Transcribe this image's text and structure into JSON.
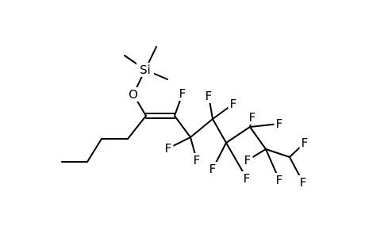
{
  "colors": {
    "bond": "#000000",
    "label": "#000000",
    "background": "#ffffff"
  },
  "atoms": [
    {
      "id": "si",
      "label": "Si"
    },
    {
      "id": "o",
      "label": "O"
    },
    {
      "id": "f1",
      "label": "F"
    },
    {
      "id": "f2",
      "label": "F"
    },
    {
      "id": "f3",
      "label": "F"
    },
    {
      "id": "f4",
      "label": "F"
    },
    {
      "id": "f5",
      "label": "F"
    },
    {
      "id": "f6",
      "label": "F"
    },
    {
      "id": "f7",
      "label": "F"
    },
    {
      "id": "f8",
      "label": "F"
    },
    {
      "id": "f9",
      "label": "F"
    },
    {
      "id": "f10",
      "label": "F"
    },
    {
      "id": "f11",
      "label": "F"
    },
    {
      "id": "f12",
      "label": "F"
    },
    {
      "id": "f13",
      "label": "F"
    }
  ]
}
